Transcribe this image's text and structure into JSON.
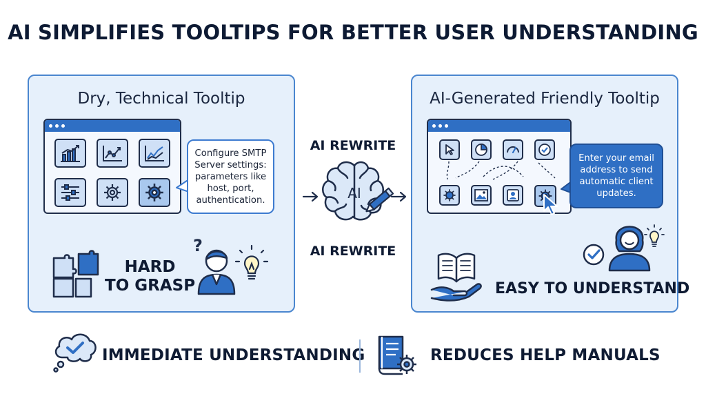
{
  "title": "AI SIMPLIFIES TOOLTIPS FOR BETTER USER UNDERSTANDING",
  "left_panel": {
    "heading": "Dry, Technical Tooltip",
    "tooltip_lines": [
      "Configure SMTP",
      "Server settings:",
      "parameters like",
      "host, port,",
      "authentication."
    ],
    "label_lines": [
      "HARD",
      "TO GRASP"
    ],
    "tile_icons": [
      "bar-chart-icon",
      "line-chart-icon",
      "trend-chart-icon",
      "sliders-icon",
      "gear-icon",
      "gear-icon"
    ]
  },
  "middle": {
    "top_label": "AI REWRITE",
    "brain_text": "AI",
    "bottom_label": "AI REWRITE"
  },
  "right_panel": {
    "heading": "AI-Generated Friendly Tooltip",
    "tooltip_lines": [
      "Enter your email",
      "address to send",
      "automatic client",
      "updates."
    ],
    "label": "EASY TO UNDERSTAND",
    "tile_icons": [
      "cursor-icon",
      "pie-chart-icon",
      "gauge-icon",
      "check-icon",
      "gear-icon",
      "image-icon",
      "user-card-icon",
      "gear-icon"
    ]
  },
  "benefits": [
    {
      "label": "IMMEDIATE UNDERSTANDING",
      "icon": "thought-bubble-check-icon"
    },
    {
      "label": "REDUCES HELP MANUALS",
      "icon": "manual-gear-icon"
    }
  ],
  "colors": {
    "accent": "#2f6fc4",
    "panel_border": "#4a86cf",
    "panel_fill": "#e6f0fb",
    "outline": "#1f2d4a"
  }
}
